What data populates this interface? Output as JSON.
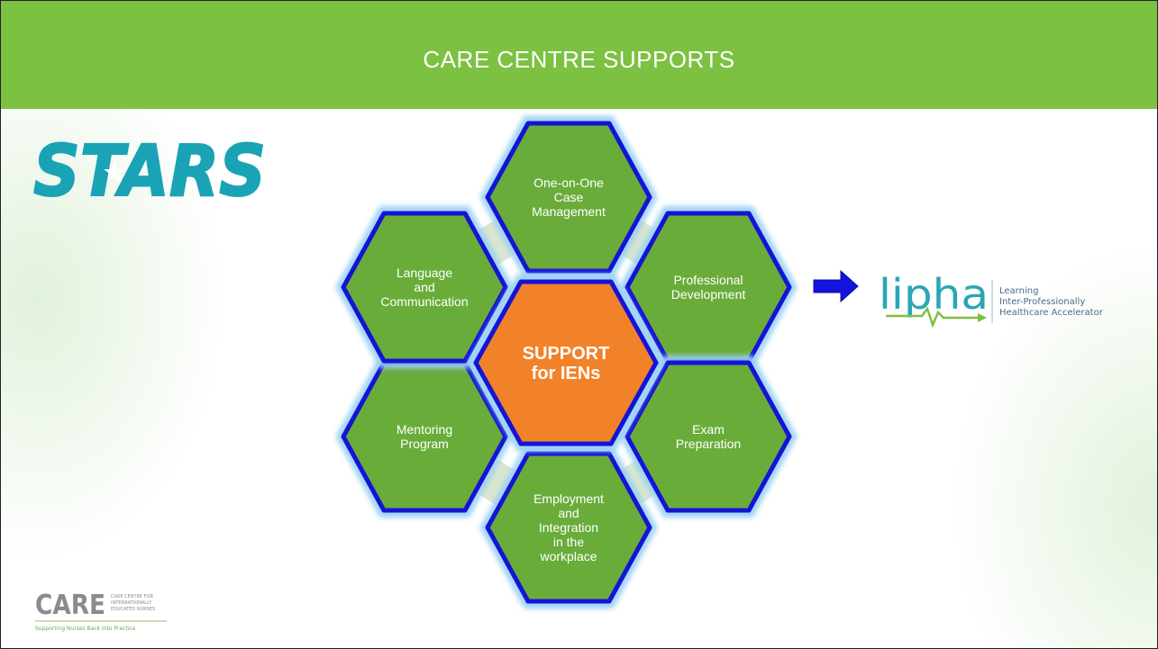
{
  "slide": {
    "title": "CARE CENTRE SUPPORTS"
  },
  "logos": {
    "stars": "STARS",
    "lipha": {
      "wordmark": "lipha",
      "line1": "Learning",
      "line2": "Inter-Professionally",
      "line3": "Healthcare Accelerator"
    },
    "care": {
      "wordmark": "CARE",
      "line1": "CARE CENTRE FOR",
      "line2": "INTERNATIONALLY",
      "line3": "EDUCATED NURSES",
      "tagline": "Supporting Nurses Back into Practice"
    }
  },
  "diagram": {
    "center": {
      "lines": [
        "SUPPORT",
        "for IENs"
      ]
    },
    "nodes": [
      {
        "id": "case-management",
        "lines": [
          "One-on-One",
          "Case",
          "Management"
        ]
      },
      {
        "id": "professional-development",
        "lines": [
          "Professional",
          "Development"
        ]
      },
      {
        "id": "exam-preparation",
        "lines": [
          "Exam",
          "Preparation"
        ]
      },
      {
        "id": "employment-integration",
        "lines": [
          "Employment",
          "and",
          "Integration",
          "in the",
          "workplace"
        ]
      },
      {
        "id": "mentoring-program",
        "lines": [
          "Mentoring",
          "Program"
        ]
      },
      {
        "id": "language-communication",
        "lines": [
          "Language",
          "and",
          "Communication"
        ]
      }
    ]
  },
  "colors": {
    "header": "#7dc143",
    "hex_fill": "#6aac3a",
    "hex_border": "#1414d6",
    "hex_glow": "#9ad0f5",
    "center_fill": "#f28229",
    "connector": "#d9e6cf",
    "arrow": "#1414e0",
    "stars_teal": "#1aa3b5",
    "lipha_teal": "#2aa6b5",
    "lipha_green": "#7cc043",
    "care_gray": "#8b8b8b",
    "care_green": "#6aa84f"
  }
}
